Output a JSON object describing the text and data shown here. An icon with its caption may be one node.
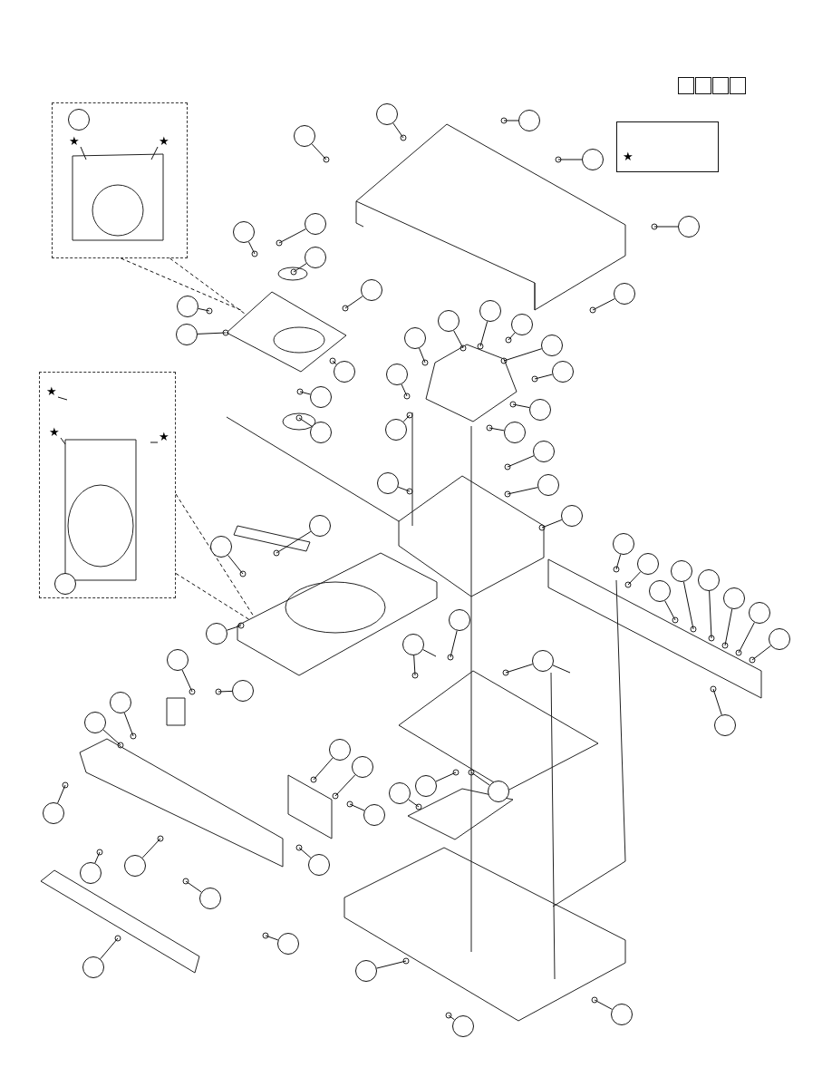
{
  "diagram": {
    "nodes": [
      {
        "text": [],
        "shape": "box"
      },
      {
        "text": [],
        "shape": "box"
      },
      {
        "text": [],
        "shape": "box"
      },
      {
        "text": [],
        "shape": "box"
      },
      {
        "text": [
          "★"
        ]
      },
      {
        "text": [],
        "shape": "box"
      },
      {
        "text": [],
        "shape": "circle",
        "in": 5
      },
      {
        "text": [
          "★"
        ],
        "in": 5
      },
      {
        "text": [
          "★"
        ],
        "in": 5
      },
      {
        "text": [],
        "shape": "box"
      },
      {
        "text": [
          "★"
        ],
        "in": 9
      },
      {
        "text": [
          "★"
        ],
        "in": 9
      },
      {
        "text": [
          "★"
        ],
        "in": 9
      },
      {
        "text": [],
        "shape": "circle",
        "in": 9
      },
      {
        "text": [],
        "shape": "circle"
      },
      {
        "text": [],
        "shape": "circle"
      },
      {
        "text": [],
        "shape": "circle"
      },
      {
        "text": [],
        "shape": "circle"
      },
      {
        "text": [],
        "shape": "circle"
      },
      {
        "text": [],
        "shape": "circle"
      },
      {
        "text": [],
        "shape": "circle"
      },
      {
        "text": [],
        "shape": "circle"
      },
      {
        "text": [],
        "shape": "circle"
      },
      {
        "text": [],
        "shape": "circle"
      },
      {
        "text": [],
        "shape": "circle"
      },
      {
        "text": [],
        "shape": "circle"
      },
      {
        "text": [],
        "shape": "circle"
      },
      {
        "text": [],
        "shape": "circle"
      },
      {
        "text": [],
        "shape": "circle"
      },
      {
        "text": [],
        "shape": "circle"
      },
      {
        "text": [],
        "shape": "circle"
      },
      {
        "text": [],
        "shape": "circle"
      },
      {
        "text": [],
        "shape": "circle"
      },
      {
        "text": [],
        "shape": "circle"
      },
      {
        "text": [],
        "shape": "circle"
      },
      {
        "text": [],
        "shape": "circle"
      },
      {
        "text": [],
        "shape": "circle"
      },
      {
        "text": [],
        "shape": "circle"
      },
      {
        "text": [],
        "shape": "circle"
      },
      {
        "text": [],
        "shape": "circle"
      },
      {
        "text": [],
        "shape": "circle"
      },
      {
        "text": [],
        "shape": "circle"
      },
      {
        "text": [],
        "shape": "circle"
      },
      {
        "text": [],
        "shape": "circle"
      },
      {
        "text": [],
        "shape": "circle"
      },
      {
        "text": [],
        "shape": "circle"
      },
      {
        "text": [],
        "shape": "circle"
      },
      {
        "text": [],
        "shape": "circle"
      },
      {
        "text": [],
        "shape": "circle"
      },
      {
        "text": [],
        "shape": "circle"
      },
      {
        "text": [],
        "shape": "circle"
      },
      {
        "text": [],
        "shape": "circle"
      },
      {
        "text": [],
        "shape": "circle"
      },
      {
        "text": [],
        "shape": "circle"
      },
      {
        "text": [],
        "shape": "circle"
      },
      {
        "text": [],
        "shape": "circle"
      },
      {
        "text": [],
        "shape": "circle"
      },
      {
        "text": [],
        "shape": "circle"
      },
      {
        "text": [],
        "shape": "circle"
      },
      {
        "text": [],
        "shape": "circle"
      },
      {
        "text": [],
        "shape": "circle"
      },
      {
        "text": [],
        "shape": "circle"
      },
      {
        "text": [],
        "shape": "circle"
      },
      {
        "text": [],
        "shape": "circle"
      },
      {
        "text": [],
        "shape": "circle"
      },
      {
        "text": [],
        "shape": "circle"
      },
      {
        "text": [],
        "shape": "circle"
      },
      {
        "text": [],
        "shape": "circle"
      },
      {
        "text": [],
        "shape": "circle"
      },
      {
        "text": [],
        "shape": "circle"
      },
      {
        "text": [],
        "shape": "circle"
      },
      {
        "text": [],
        "shape": "circle"
      },
      {
        "text": [],
        "shape": "circle"
      },
      {
        "text": [],
        "shape": "circle"
      },
      {
        "text": [],
        "shape": "circle"
      },
      {
        "text": [],
        "shape": "circle"
      },
      {
        "text": [],
        "shape": "circle"
      },
      {
        "text": [],
        "shape": "circle"
      }
    ],
    "edges": [
      {
        "from": 7,
        "to": null,
        "arrow": "none"
      },
      {
        "from": 8,
        "to": null,
        "arrow": "none"
      },
      {
        "from": 10,
        "to": null,
        "arrow": "none"
      },
      {
        "from": 11,
        "to": null,
        "arrow": "none"
      },
      {
        "from": 12,
        "to": null,
        "arrow": "none"
      },
      {
        "from": 5,
        "to": null,
        "arrow": "none",
        "style": "dashed"
      },
      {
        "from": 5,
        "to": null,
        "arrow": "none",
        "style": "dashed"
      },
      {
        "from": 9,
        "to": null,
        "arrow": "none",
        "style": "dashed"
      },
      {
        "from": 9,
        "to": null,
        "arrow": "none",
        "style": "dashed"
      },
      {
        "from": 14,
        "to": null,
        "arrow": "none"
      },
      {
        "from": 15,
        "to": null,
        "arrow": "none"
      },
      {
        "from": 16,
        "to": null,
        "arrow": "none"
      },
      {
        "from": 17,
        "to": null,
        "arrow": "none"
      },
      {
        "from": 18,
        "to": null,
        "arrow": "none"
      },
      {
        "from": 19,
        "to": null,
        "arrow": "none"
      },
      {
        "from": 20,
        "to": null,
        "arrow": "none"
      },
      {
        "from": 21,
        "to": null,
        "arrow": "none"
      },
      {
        "from": 22,
        "to": null,
        "arrow": "none"
      },
      {
        "from": 23,
        "to": null,
        "arrow": "none"
      },
      {
        "from": 24,
        "to": null,
        "arrow": "none"
      },
      {
        "from": 25,
        "to": null,
        "arrow": "none"
      },
      {
        "from": 26,
        "to": null,
        "arrow": "none"
      },
      {
        "from": 27,
        "to": null,
        "arrow": "none"
      },
      {
        "from": 28,
        "to": null,
        "arrow": "none"
      },
      {
        "from": 29,
        "to": null,
        "arrow": "none"
      },
      {
        "from": 30,
        "to": null,
        "arrow": "none"
      },
      {
        "from": 31,
        "to": null,
        "arrow": "none"
      },
      {
        "from": 32,
        "to": null,
        "arrow": "none"
      },
      {
        "from": 33,
        "to": null,
        "arrow": "none"
      },
      {
        "from": 34,
        "to": null,
        "arrow": "none"
      },
      {
        "from": 35,
        "to": null,
        "arrow": "none"
      },
      {
        "from": 36,
        "to": null,
        "arrow": "none"
      },
      {
        "from": 37,
        "to": null,
        "arrow": "none"
      },
      {
        "from": 38,
        "to": null,
        "arrow": "none"
      },
      {
        "from": 39,
        "to": null,
        "arrow": "none"
      },
      {
        "from": 40,
        "to": null,
        "arrow": "none"
      },
      {
        "from": 41,
        "to": null,
        "arrow": "none"
      },
      {
        "from": 42,
        "to": null,
        "arrow": "none"
      },
      {
        "from": 43,
        "to": null,
        "arrow": "none"
      },
      {
        "from": 44,
        "to": null,
        "arrow": "none"
      },
      {
        "from": 45,
        "to": null,
        "arrow": "none"
      },
      {
        "from": 46,
        "to": null,
        "arrow": "none"
      },
      {
        "from": 47,
        "to": null,
        "arrow": "none"
      },
      {
        "from": 48,
        "to": null,
        "arrow": "none"
      },
      {
        "from": 49,
        "to": null,
        "arrow": "none"
      },
      {
        "from": 50,
        "to": null,
        "arrow": "none"
      },
      {
        "from": 51,
        "to": null,
        "arrow": "none"
      },
      {
        "from": 52,
        "to": null,
        "arrow": "none"
      },
      {
        "from": 53,
        "to": null,
        "arrow": "none"
      },
      {
        "from": 54,
        "to": null,
        "arrow": "none"
      },
      {
        "from": 55,
        "to": null,
        "arrow": "none"
      },
      {
        "from": 56,
        "to": null,
        "arrow": "none"
      },
      {
        "from": 57,
        "to": null,
        "arrow": "none"
      },
      {
        "from": 58,
        "to": null,
        "arrow": "none"
      },
      {
        "from": 59,
        "to": null,
        "arrow": "none"
      },
      {
        "from": 60,
        "to": null,
        "arrow": "none"
      },
      {
        "from": 61,
        "to": null,
        "arrow": "none"
      },
      {
        "from": 62,
        "to": null,
        "arrow": "none"
      },
      {
        "from": 63,
        "to": null,
        "arrow": "none"
      },
      {
        "from": 64,
        "to": null,
        "arrow": "none"
      },
      {
        "from": 65,
        "to": null,
        "arrow": "none"
      },
      {
        "from": 66,
        "to": null,
        "arrow": "none"
      },
      {
        "from": 67,
        "to": null,
        "arrow": "none"
      },
      {
        "from": 68,
        "to": null,
        "arrow": "none"
      },
      {
        "from": 69,
        "to": null,
        "arrow": "none"
      },
      {
        "from": 70,
        "to": null,
        "arrow": "none"
      },
      {
        "from": 71,
        "to": null,
        "arrow": "none"
      },
      {
        "from": 72,
        "to": null,
        "arrow": "none"
      },
      {
        "from": 73,
        "to": null,
        "arrow": "none"
      },
      {
        "from": 74,
        "to": null,
        "arrow": "none"
      },
      {
        "from": 75,
        "to": null,
        "arrow": "none"
      },
      {
        "from": 76,
        "to": null,
        "arrow": "none"
      },
      {
        "from": 77,
        "to": null,
        "arrow": "none"
      },
      {
        "from": 55,
        "to": null,
        "arrow": "none"
      },
      {
        "from": 56,
        "to": null,
        "arrow": "none"
      }
    ]
  }
}
